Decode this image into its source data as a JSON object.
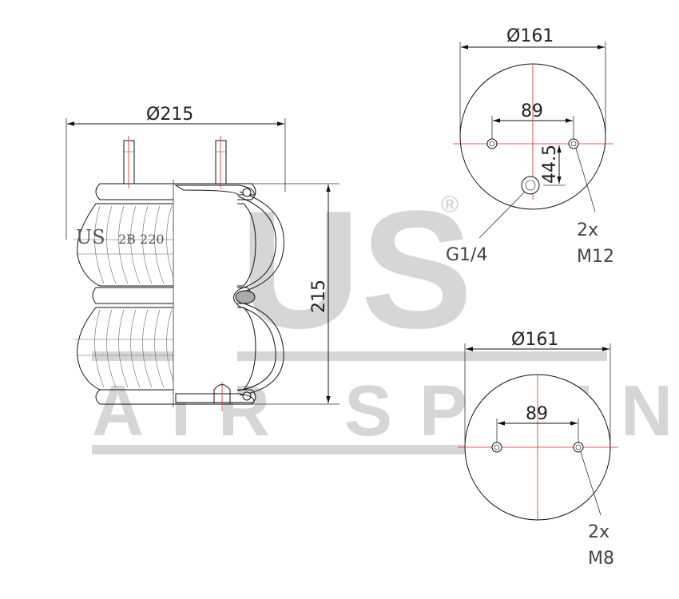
{
  "watermark": {
    "brand": "US",
    "registered": "®",
    "tagline": "AIR SPRING"
  },
  "side_view": {
    "width_label": "Ø215",
    "height_label": "215",
    "marking_brand": "US",
    "marking_model": "2B 220"
  },
  "top_plate": {
    "diameter_label": "Ø161",
    "spacing_label": "89",
    "offset_label": "44.5",
    "port_label": "G1/4",
    "bolt_count_label": "2x",
    "bolt_size_label": "M12"
  },
  "bottom_plate": {
    "diameter_label": "Ø161",
    "spacing_label": "89",
    "bolt_count_label": "2x",
    "bolt_size_label": "M8"
  },
  "colors": {
    "outline": "#111111",
    "centerline": "#e02020",
    "watermark": "#d6d6d6"
  }
}
